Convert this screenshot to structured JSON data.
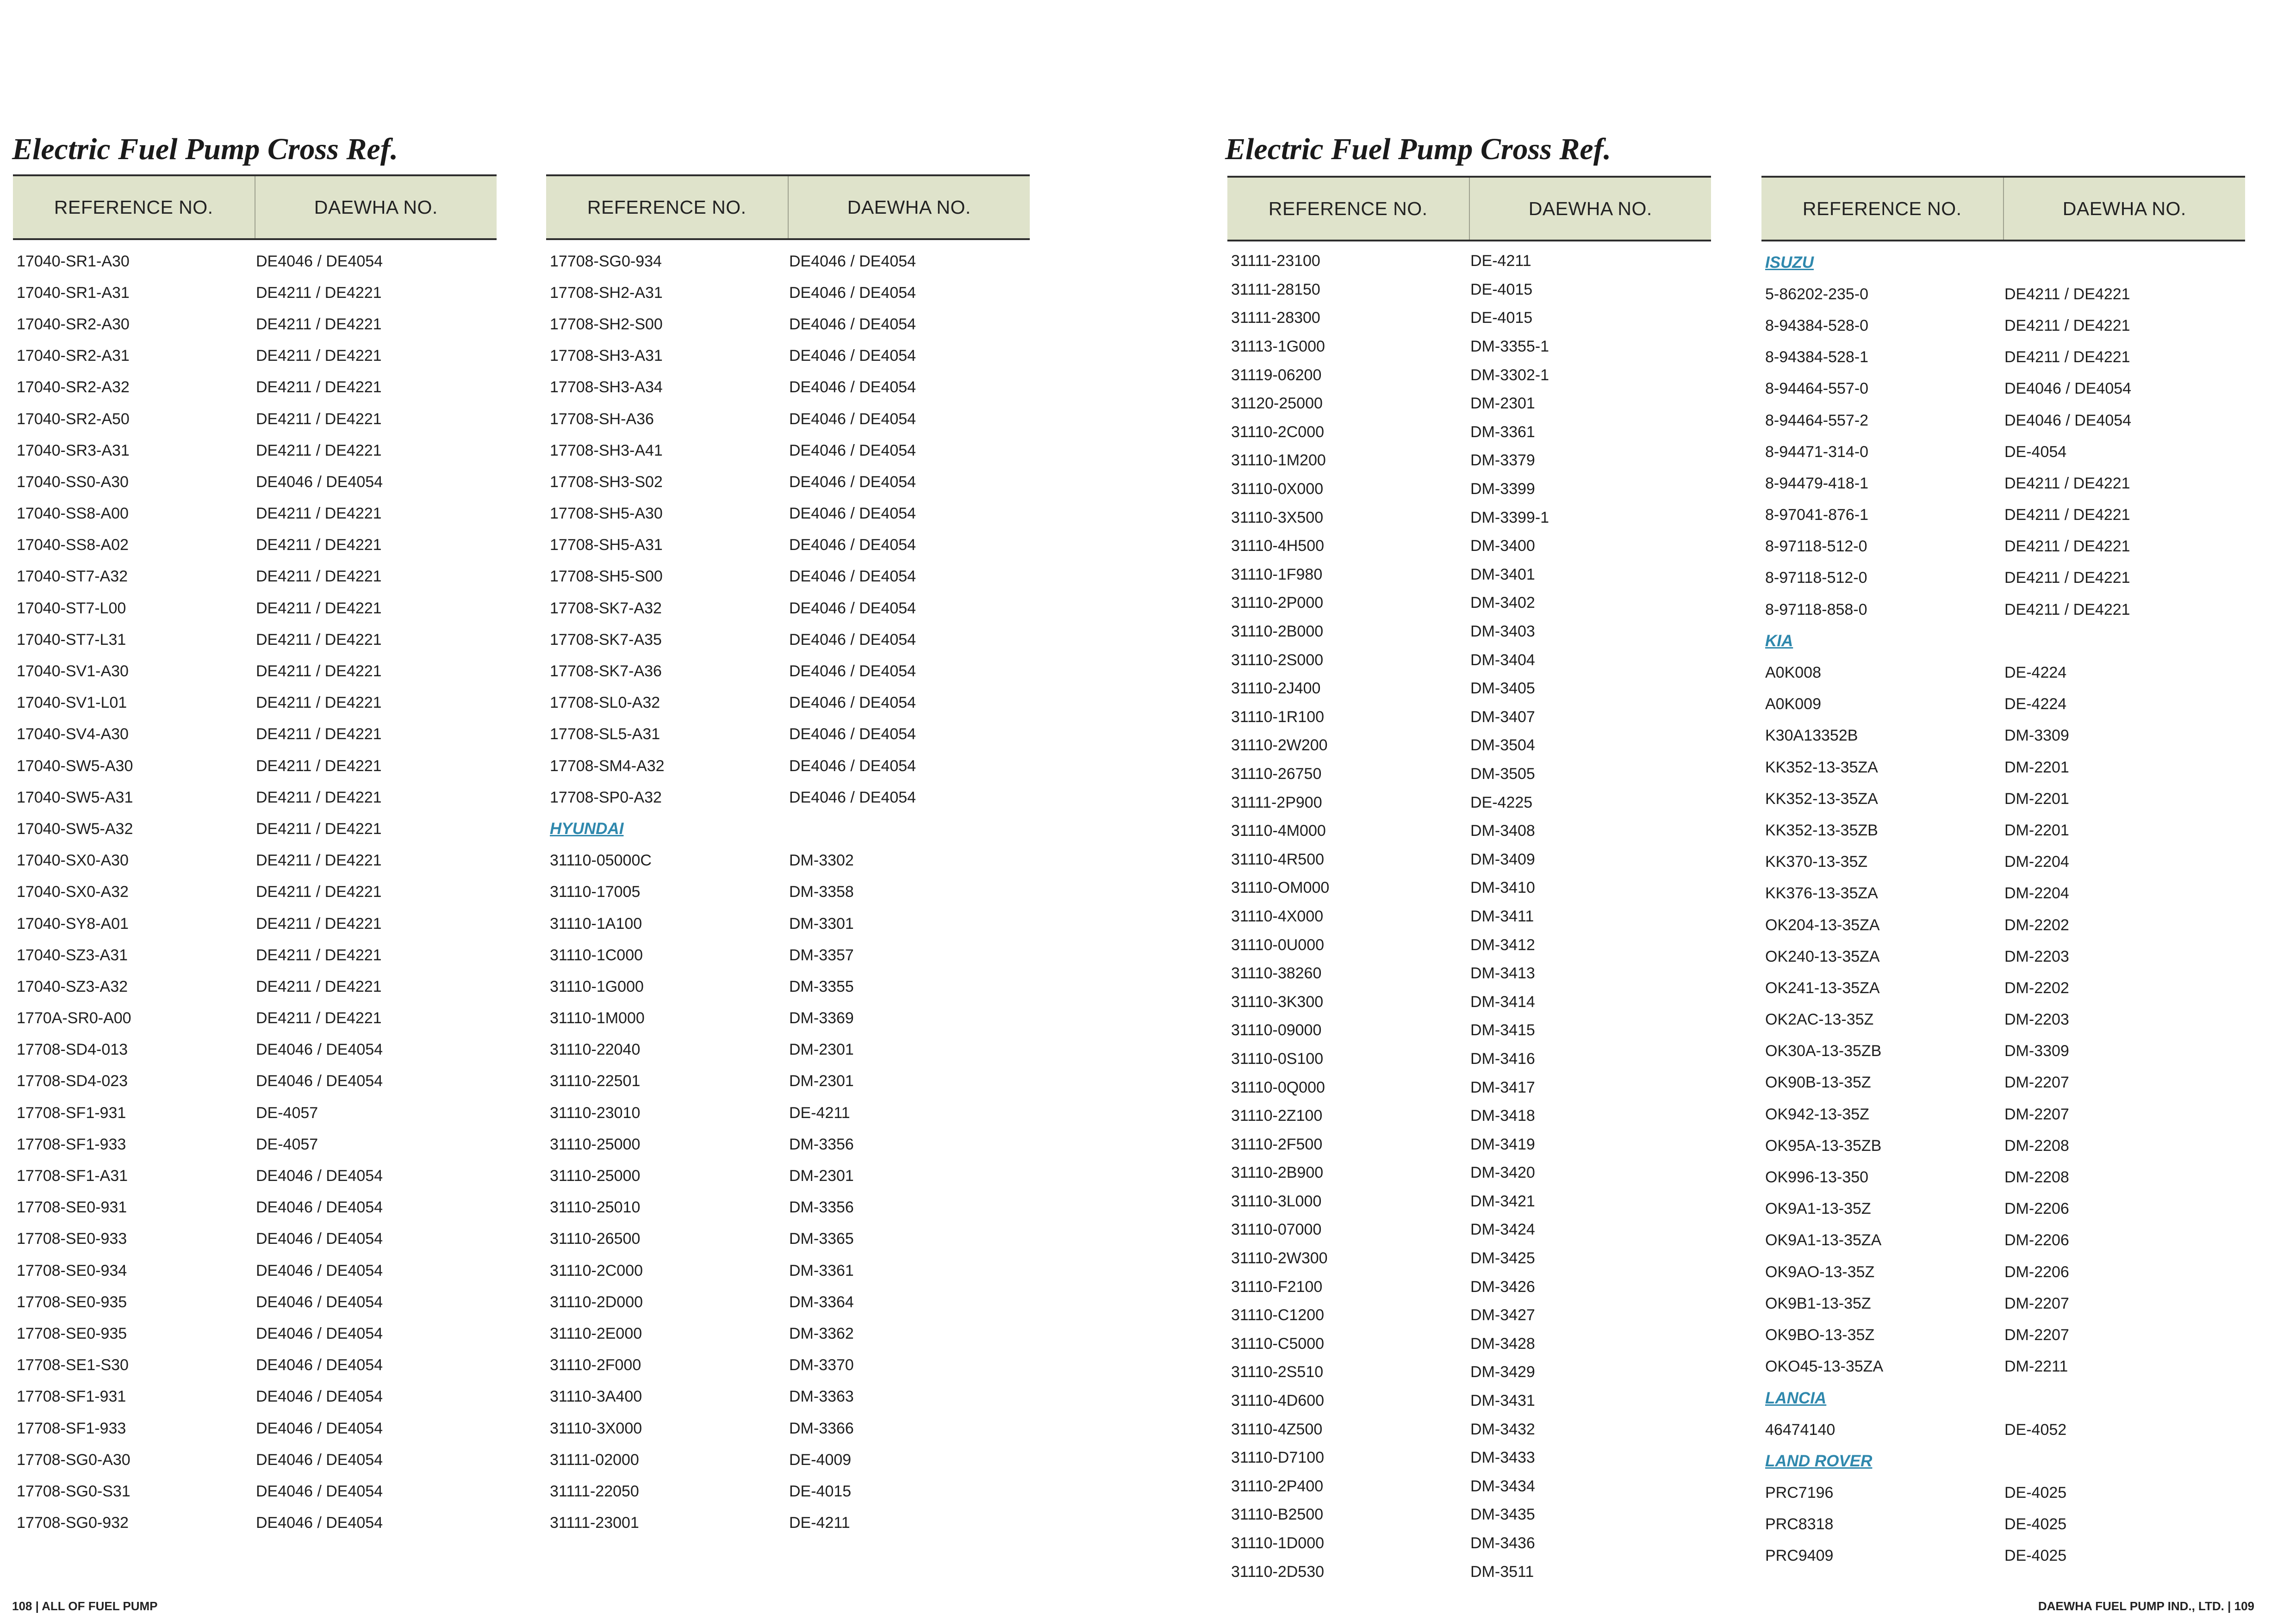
{
  "left_page": {
    "title": "Electric Fuel Pump Cross Ref.",
    "footer": "108   |   ALL OF FUEL PUMP",
    "tables": [
      {
        "headers": [
          "REFERENCE NO.",
          "DAEWHA NO."
        ],
        "rows": [
          [
            "17040-SR1-A30",
            "DE4046 / DE4054"
          ],
          [
            "17040-SR1-A31",
            "DE4211 / DE4221"
          ],
          [
            "17040-SR2-A30",
            "DE4211 / DE4221"
          ],
          [
            "17040-SR2-A31",
            "DE4211 / DE4221"
          ],
          [
            "17040-SR2-A32",
            "DE4211 / DE4221"
          ],
          [
            "17040-SR2-A50",
            "DE4211 / DE4221"
          ],
          [
            "17040-SR3-A31",
            "DE4211 / DE4221"
          ],
          [
            "17040-SS0-A30",
            "DE4046 / DE4054"
          ],
          [
            "17040-SS8-A00",
            "DE4211 / DE4221"
          ],
          [
            "17040-SS8-A02",
            "DE4211 / DE4221"
          ],
          [
            "17040-ST7-A32",
            "DE4211 / DE4221"
          ],
          [
            "17040-ST7-L00",
            "DE4211 / DE4221"
          ],
          [
            "17040-ST7-L31",
            "DE4211 / DE4221"
          ],
          [
            "17040-SV1-A30",
            "DE4211 / DE4221"
          ],
          [
            "17040-SV1-L01",
            "DE4211 / DE4221"
          ],
          [
            "17040-SV4-A30",
            "DE4211 / DE4221"
          ],
          [
            "17040-SW5-A30",
            "DE4211 / DE4221"
          ],
          [
            "17040-SW5-A31",
            "DE4211 / DE4221"
          ],
          [
            "17040-SW5-A32",
            "DE4211 / DE4221"
          ],
          [
            "17040-SX0-A30",
            "DE4211 / DE4221"
          ],
          [
            "17040-SX0-A32",
            "DE4211 / DE4221"
          ],
          [
            "17040-SY8-A01",
            "DE4211 / DE4221"
          ],
          [
            "17040-SZ3-A31",
            "DE4211 / DE4221"
          ],
          [
            "17040-SZ3-A32",
            "DE4211 / DE4221"
          ],
          [
            "1770A-SR0-A00",
            "DE4211 / DE4221"
          ],
          [
            "17708-SD4-013",
            "DE4046 / DE4054"
          ],
          [
            "17708-SD4-023",
            "DE4046 / DE4054"
          ],
          [
            "17708-SF1-931",
            "DE-4057"
          ],
          [
            "17708-SF1-933",
            "DE-4057"
          ],
          [
            "17708-SF1-A31",
            "DE4046 / DE4054"
          ],
          [
            "17708-SE0-931",
            "DE4046 / DE4054"
          ],
          [
            "17708-SE0-933",
            "DE4046 / DE4054"
          ],
          [
            "17708-SE0-934",
            "DE4046 / DE4054"
          ],
          [
            "17708-SE0-935",
            "DE4046 / DE4054"
          ],
          [
            "17708-SE0-935",
            "DE4046 / DE4054"
          ],
          [
            "17708-SE1-S30",
            "DE4046 / DE4054"
          ],
          [
            "17708-SF1-931",
            "DE4046 / DE4054"
          ],
          [
            "17708-SF1-933",
            "DE4046 / DE4054"
          ],
          [
            "17708-SG0-A30",
            "DE4046 / DE4054"
          ],
          [
            "17708-SG0-S31",
            "DE4046 / DE4054"
          ],
          [
            "17708-SG0-932",
            "DE4046 / DE4054"
          ]
        ]
      },
      {
        "headers": [
          "REFERENCE NO.",
          "DAEWHA NO."
        ],
        "rows": [
          [
            "17708-SG0-934",
            "DE4046 / DE4054"
          ],
          [
            "17708-SH2-A31",
            "DE4046 / DE4054"
          ],
          [
            "17708-SH2-S00",
            "DE4046 / DE4054"
          ],
          [
            "17708-SH3-A31",
            "DE4046 / DE4054"
          ],
          [
            "17708-SH3-A34",
            "DE4046 / DE4054"
          ],
          [
            "17708-SH-A36",
            "DE4046 / DE4054"
          ],
          [
            "17708-SH3-A41",
            "DE4046 / DE4054"
          ],
          [
            "17708-SH3-S02",
            "DE4046 / DE4054"
          ],
          [
            "17708-SH5-A30",
            "DE4046 / DE4054"
          ],
          [
            "17708-SH5-A31",
            "DE4046 / DE4054"
          ],
          [
            "17708-SH5-S00",
            "DE4046 / DE4054"
          ],
          [
            "17708-SK7-A32",
            "DE4046 / DE4054"
          ],
          [
            "17708-SK7-A35",
            "DE4046 / DE4054"
          ],
          [
            "17708-SK7-A36",
            "DE4046 / DE4054"
          ],
          [
            "17708-SL0-A32",
            "DE4046 / DE4054"
          ],
          [
            "17708-SL5-A31",
            "DE4046 / DE4054"
          ],
          [
            "17708-SM4-A32",
            "DE4046 / DE4054"
          ],
          [
            "17708-SP0-A32",
            "DE4046 / DE4054"
          ],
          {
            "category": "HYUNDAI"
          },
          [
            "31110-05000C",
            "DM-3302"
          ],
          [
            "31110-17005",
            "DM-3358"
          ],
          [
            "31110-1A100",
            "DM-3301"
          ],
          [
            "31110-1C000",
            "DM-3357"
          ],
          [
            "31110-1G000",
            "DM-3355"
          ],
          [
            "31110-1M000",
            "DM-3369"
          ],
          [
            "31110-22040",
            "DM-2301"
          ],
          [
            "31110-22501",
            "DM-2301"
          ],
          [
            "31110-23010",
            "DE-4211"
          ],
          [
            "31110-25000",
            "DM-3356"
          ],
          [
            "31110-25000",
            "DM-2301"
          ],
          [
            "31110-25010",
            "DM-3356"
          ],
          [
            "31110-26500",
            "DM-3365"
          ],
          [
            "31110-2C000",
            "DM-3361"
          ],
          [
            "31110-2D000",
            "DM-3364"
          ],
          [
            "31110-2E000",
            "DM-3362"
          ],
          [
            "31110-2F000",
            "DM-3370"
          ],
          [
            "31110-3A400",
            "DM-3363"
          ],
          [
            "31110-3X000",
            "DM-3366"
          ],
          [
            "31111-02000",
            "DE-4009"
          ],
          [
            "31111-22050",
            "DE-4015"
          ],
          [
            "31111-23001",
            "DE-4211"
          ]
        ]
      }
    ]
  },
  "right_page": {
    "title": "Electric Fuel Pump Cross Ref.",
    "footer": "DAEWHA FUEL PUMP IND., LTD.   |   109",
    "tables": [
      {
        "headers": [
          "REFERENCE NO.",
          "DAEWHA NO."
        ],
        "rows": [
          [
            "31111-23100",
            "DE-4211"
          ],
          [
            "31111-28150",
            "DE-4015"
          ],
          [
            "31111-28300",
            "DE-4015"
          ],
          [
            "31113-1G000",
            "DM-3355-1"
          ],
          [
            "31119-06200",
            "DM-3302-1"
          ],
          [
            "31120-25000",
            "DM-2301"
          ],
          [
            "31110-2C000",
            "DM-3361"
          ],
          [
            "31110-1M200",
            "DM-3379"
          ],
          [
            "31110-0X000",
            "DM-3399"
          ],
          [
            "31110-3X500",
            "DM-3399-1"
          ],
          [
            "31110-4H500",
            "DM-3400"
          ],
          [
            "31110-1F980",
            "DM-3401"
          ],
          [
            "31110-2P000",
            "DM-3402"
          ],
          [
            "31110-2B000",
            "DM-3403"
          ],
          [
            "31110-2S000",
            "DM-3404"
          ],
          [
            "31110-2J400",
            "DM-3405"
          ],
          [
            "31110-1R100",
            "DM-3407"
          ],
          [
            "31110-2W200",
            "DM-3504"
          ],
          [
            "31110-26750",
            "DM-3505"
          ],
          [
            "31111-2P900",
            "DE-4225"
          ],
          [
            "31110-4M000",
            "DM-3408"
          ],
          [
            "31110-4R500",
            "DM-3409"
          ],
          [
            "31110-OM000",
            "DM-3410"
          ],
          [
            "31110-4X000",
            "DM-3411"
          ],
          [
            "31110-0U000",
            "DM-3412"
          ],
          [
            "31110-38260",
            "DM-3413"
          ],
          [
            "31110-3K300",
            "DM-3414"
          ],
          [
            "31110-09000",
            "DM-3415"
          ],
          [
            "31110-0S100",
            "DM-3416"
          ],
          [
            "31110-0Q000",
            "DM-3417"
          ],
          [
            "31110-2Z100",
            "DM-3418"
          ],
          [
            "31110-2F500",
            "DM-3419"
          ],
          [
            "31110-2B900",
            "DM-3420"
          ],
          [
            "31110-3L000",
            "DM-3421"
          ],
          [
            "31110-07000",
            "DM-3424"
          ],
          [
            "31110-2W300",
            "DM-3425"
          ],
          [
            "31110-F2100",
            "DM-3426"
          ],
          [
            "31110-C1200",
            "DM-3427"
          ],
          [
            "31110-C5000",
            "DM-3428"
          ],
          [
            "31110-2S510",
            "DM-3429"
          ],
          [
            "31110-4D600",
            "DM-3431"
          ],
          [
            "31110-4Z500",
            "DM-3432"
          ],
          [
            "31110-D7100",
            "DM-3433"
          ],
          [
            "31110-2P400",
            "DM-3434"
          ],
          [
            "31110-B2500",
            "DM-3435"
          ],
          [
            "31110-1D000",
            "DM-3436"
          ],
          [
            "31110-2D530",
            "DM-3511"
          ]
        ]
      },
      {
        "headers": [
          "REFERENCE NO.",
          "DAEWHA NO."
        ],
        "rows": [
          {
            "category": "ISUZU"
          },
          [
            "5-86202-235-0",
            "DE4211 / DE4221"
          ],
          [
            "8-94384-528-0",
            "DE4211 / DE4221"
          ],
          [
            "8-94384-528-1",
            "DE4211 / DE4221"
          ],
          [
            "8-94464-557-0",
            "DE4046 / DE4054"
          ],
          [
            "8-94464-557-2",
            "DE4046 / DE4054"
          ],
          [
            "8-94471-314-0",
            "DE-4054"
          ],
          [
            "8-94479-418-1",
            "DE4211 / DE4221"
          ],
          [
            "8-97041-876-1",
            "DE4211 / DE4221"
          ],
          [
            "8-97118-512-0",
            "DE4211 / DE4221"
          ],
          [
            "8-97118-512-0",
            "DE4211 / DE4221"
          ],
          [
            "8-97118-858-0",
            "DE4211 / DE4221"
          ],
          {
            "category": "KIA"
          },
          [
            "A0K008",
            "DE-4224"
          ],
          [
            "A0K009",
            "DE-4224"
          ],
          [
            "K30A13352B",
            "DM-3309"
          ],
          [
            "KK352-13-35ZA",
            "DM-2201"
          ],
          [
            "KK352-13-35ZA",
            "DM-2201"
          ],
          [
            "KK352-13-35ZB",
            "DM-2201"
          ],
          [
            "KK370-13-35Z",
            "DM-2204"
          ],
          [
            "KK376-13-35ZA",
            "DM-2204"
          ],
          [
            "OK204-13-35ZA",
            "DM-2202"
          ],
          [
            "OK240-13-35ZA",
            "DM-2203"
          ],
          [
            "OK241-13-35ZA",
            "DM-2202"
          ],
          [
            "OK2AC-13-35Z",
            "DM-2203"
          ],
          [
            "OK30A-13-35ZB",
            "DM-3309"
          ],
          [
            "OK90B-13-35Z",
            "DM-2207"
          ],
          [
            "OK942-13-35Z",
            "DM-2207"
          ],
          [
            "OK95A-13-35ZB",
            "DM-2208"
          ],
          [
            "OK996-13-350",
            "DM-2208"
          ],
          [
            "OK9A1-13-35Z",
            "DM-2206"
          ],
          [
            "OK9A1-13-35ZA",
            "DM-2206"
          ],
          [
            "OK9AO-13-35Z",
            "DM-2206"
          ],
          [
            "OK9B1-13-35Z",
            "DM-2207"
          ],
          [
            "OK9BO-13-35Z",
            "DM-2207"
          ],
          [
            "OKO45-13-35ZA",
            "DM-2211"
          ],
          {
            "category": "LANCIA"
          },
          [
            "46474140",
            "DE-4052"
          ],
          {
            "category": "LAND ROVER"
          },
          [
            "PRC7196",
            "DE-4025"
          ],
          [
            "PRC8318",
            "DE-4025"
          ],
          [
            "PRC9409",
            "DE-4025"
          ]
        ]
      }
    ]
  }
}
